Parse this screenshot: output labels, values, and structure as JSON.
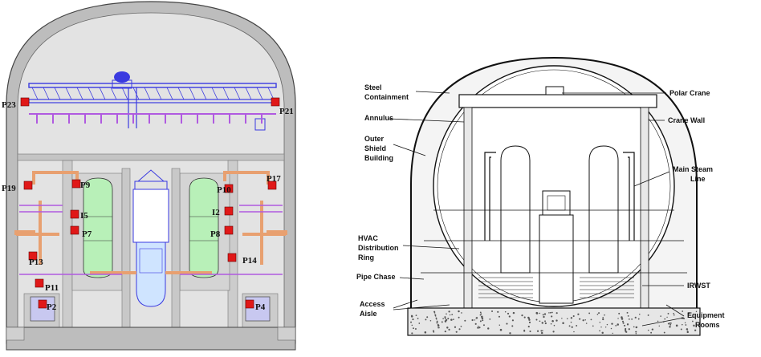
{
  "left_panel": {
    "points": [
      {
        "id": "p23",
        "label": "P23"
      },
      {
        "id": "p21",
        "label": "P21"
      },
      {
        "id": "p19",
        "label": "P19"
      },
      {
        "id": "p17",
        "label": "P17"
      },
      {
        "id": "p9",
        "label": "P9"
      },
      {
        "id": "p10",
        "label": "P10"
      },
      {
        "id": "i5",
        "label": "I5"
      },
      {
        "id": "i2",
        "label": "I2"
      },
      {
        "id": "p7",
        "label": "P7"
      },
      {
        "id": "p8",
        "label": "P8"
      },
      {
        "id": "p13",
        "label": "P13"
      },
      {
        "id": "p14",
        "label": "P14"
      },
      {
        "id": "p11",
        "label": "P11"
      },
      {
        "id": "p2",
        "label": "P2"
      },
      {
        "id": "p4",
        "label": "P4"
      }
    ],
    "colors": {
      "dome": "#d9d9d9",
      "wall": "#bdbdbd",
      "crane": "#3a3ae0",
      "trim": "#b05ae0",
      "steam_generator": "#b8f0b8",
      "reactor": "#cfe4ff",
      "piping": "#e8a070",
      "marker": "#e01818",
      "pool": "#c8c8f0"
    }
  },
  "right_panel": {
    "labels": {
      "steel_containment": [
        "Steel",
        "Containment"
      ],
      "annulus": [
        "Annulus"
      ],
      "outer_shield": [
        "Outer",
        "Shield",
        "Building"
      ],
      "hvac": [
        "HVAC",
        "Distribution",
        "Ring"
      ],
      "pipe_chase": [
        "Pipe Chase"
      ],
      "access_aisle": [
        "Access",
        "Aisle"
      ],
      "polar_crane": [
        "Polar Crane"
      ],
      "crane_wall": [
        "Crane Wall"
      ],
      "main_steam": [
        "Main Steam",
        "Line"
      ],
      "irwst": [
        "IRWST"
      ],
      "equipment_rooms": [
        "Equipment",
        "Rooms"
      ]
    }
  }
}
